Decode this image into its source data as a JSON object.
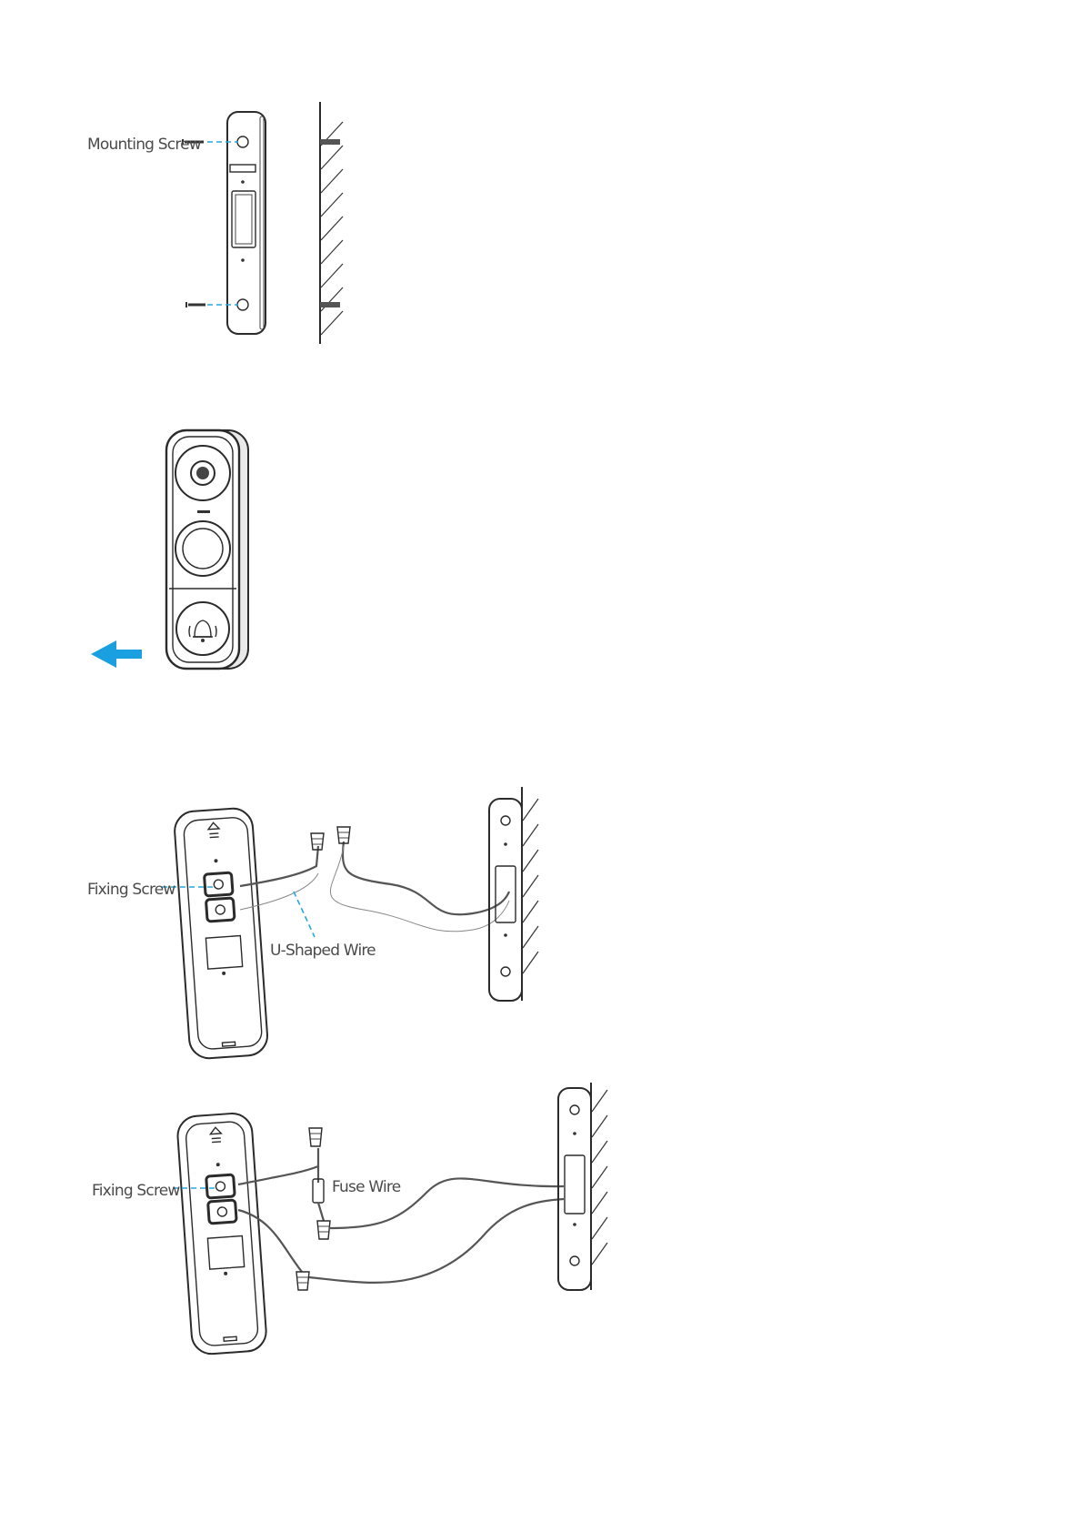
{
  "figure1": {
    "mounting_screw_label": "Mounting Screw"
  },
  "figure3": {
    "fixing_screw_label": "Fixing Screw",
    "u_shaped_wire_label": "U-Shaped Wire"
  },
  "figure4": {
    "fixing_screw_label": "Fixing Screw",
    "fuse_wire_label": "Fuse Wire"
  },
  "colors": {
    "accent": "#2aa6dc",
    "arrow": "#1aa0e0",
    "line": "#2b2b2b"
  }
}
